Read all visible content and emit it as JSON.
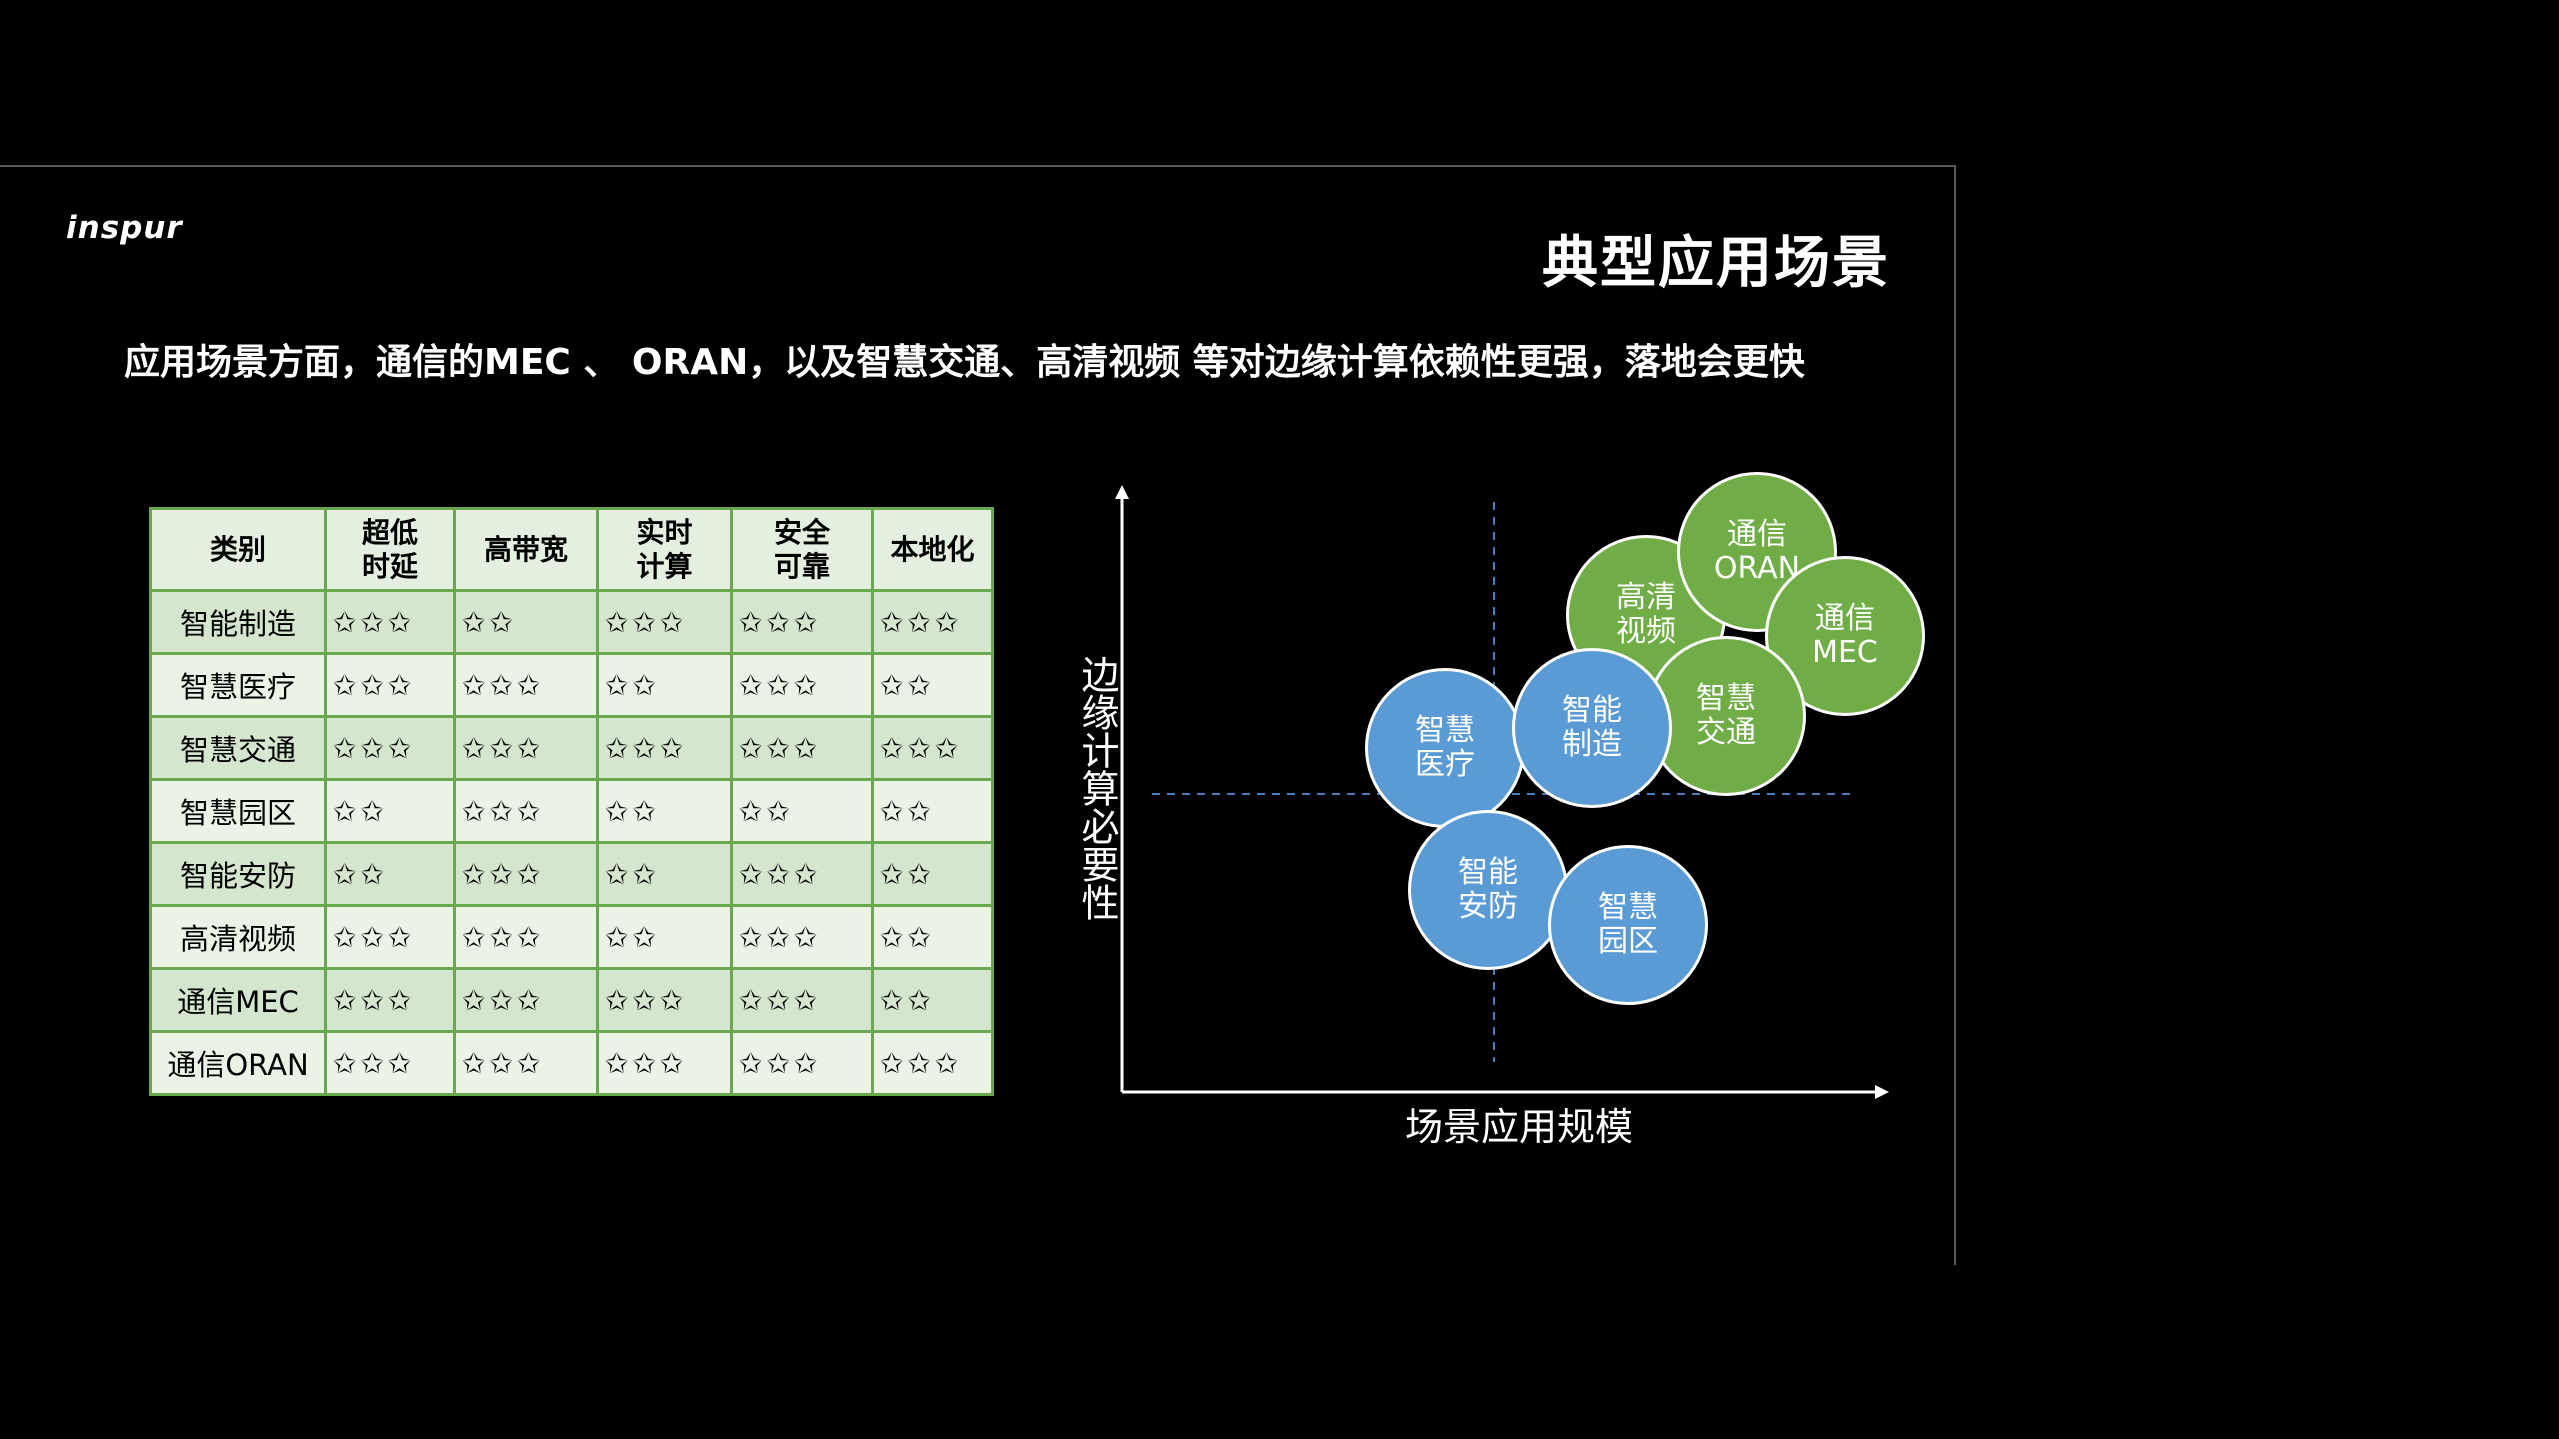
{
  "logo": {
    "text": "inspur"
  },
  "header": {
    "title": "典型应用场景",
    "subtitle": "应用场景方面，通信的MEC 、 ORAN，以及智慧交通、高清视频 等对边缘计算依赖性更强，落地会更快"
  },
  "table": {
    "columns": [
      "类别",
      "超低\n时延",
      "高带宽",
      "实时\n计算",
      "安全\n可靠",
      "本地化"
    ],
    "rows": [
      {
        "category": "智能制造",
        "scores": [
          3,
          2,
          3,
          3,
          3
        ]
      },
      {
        "category": "智慧医疗",
        "scores": [
          3,
          3,
          2,
          3,
          2
        ]
      },
      {
        "category": "智慧交通",
        "scores": [
          3,
          3,
          3,
          3,
          3
        ]
      },
      {
        "category": "智慧园区",
        "scores": [
          2,
          3,
          2,
          2,
          2
        ]
      },
      {
        "category": "智能安防",
        "scores": [
          2,
          3,
          2,
          3,
          2
        ]
      },
      {
        "category": "高清视频",
        "scores": [
          3,
          3,
          2,
          3,
          2
        ]
      },
      {
        "category": "通信MEC",
        "scores": [
          3,
          3,
          3,
          3,
          2
        ]
      },
      {
        "category": "通信ORAN",
        "scores": [
          3,
          3,
          3,
          3,
          3
        ]
      }
    ],
    "star_glyph": "✩"
  },
  "chart": {
    "xlabel": "场景应用规模",
    "ylabel": "边缘计算必要性",
    "colors": {
      "green": "#70ad47",
      "blue": "#5b9bd5"
    },
    "bubbles": [
      {
        "label": "智慧\n医疗",
        "color": "blue"
      },
      {
        "label": "智能\n制造",
        "color": "blue"
      },
      {
        "label": "智能\n安防",
        "color": "blue"
      },
      {
        "label": "智慧\n园区",
        "color": "blue"
      },
      {
        "label": "高清\n视频",
        "color": "green"
      },
      {
        "label": "通信\nORAN",
        "color": "green"
      },
      {
        "label": "通信\nMEC",
        "color": "green"
      },
      {
        "label": "智慧\n交通",
        "color": "green"
      }
    ]
  }
}
